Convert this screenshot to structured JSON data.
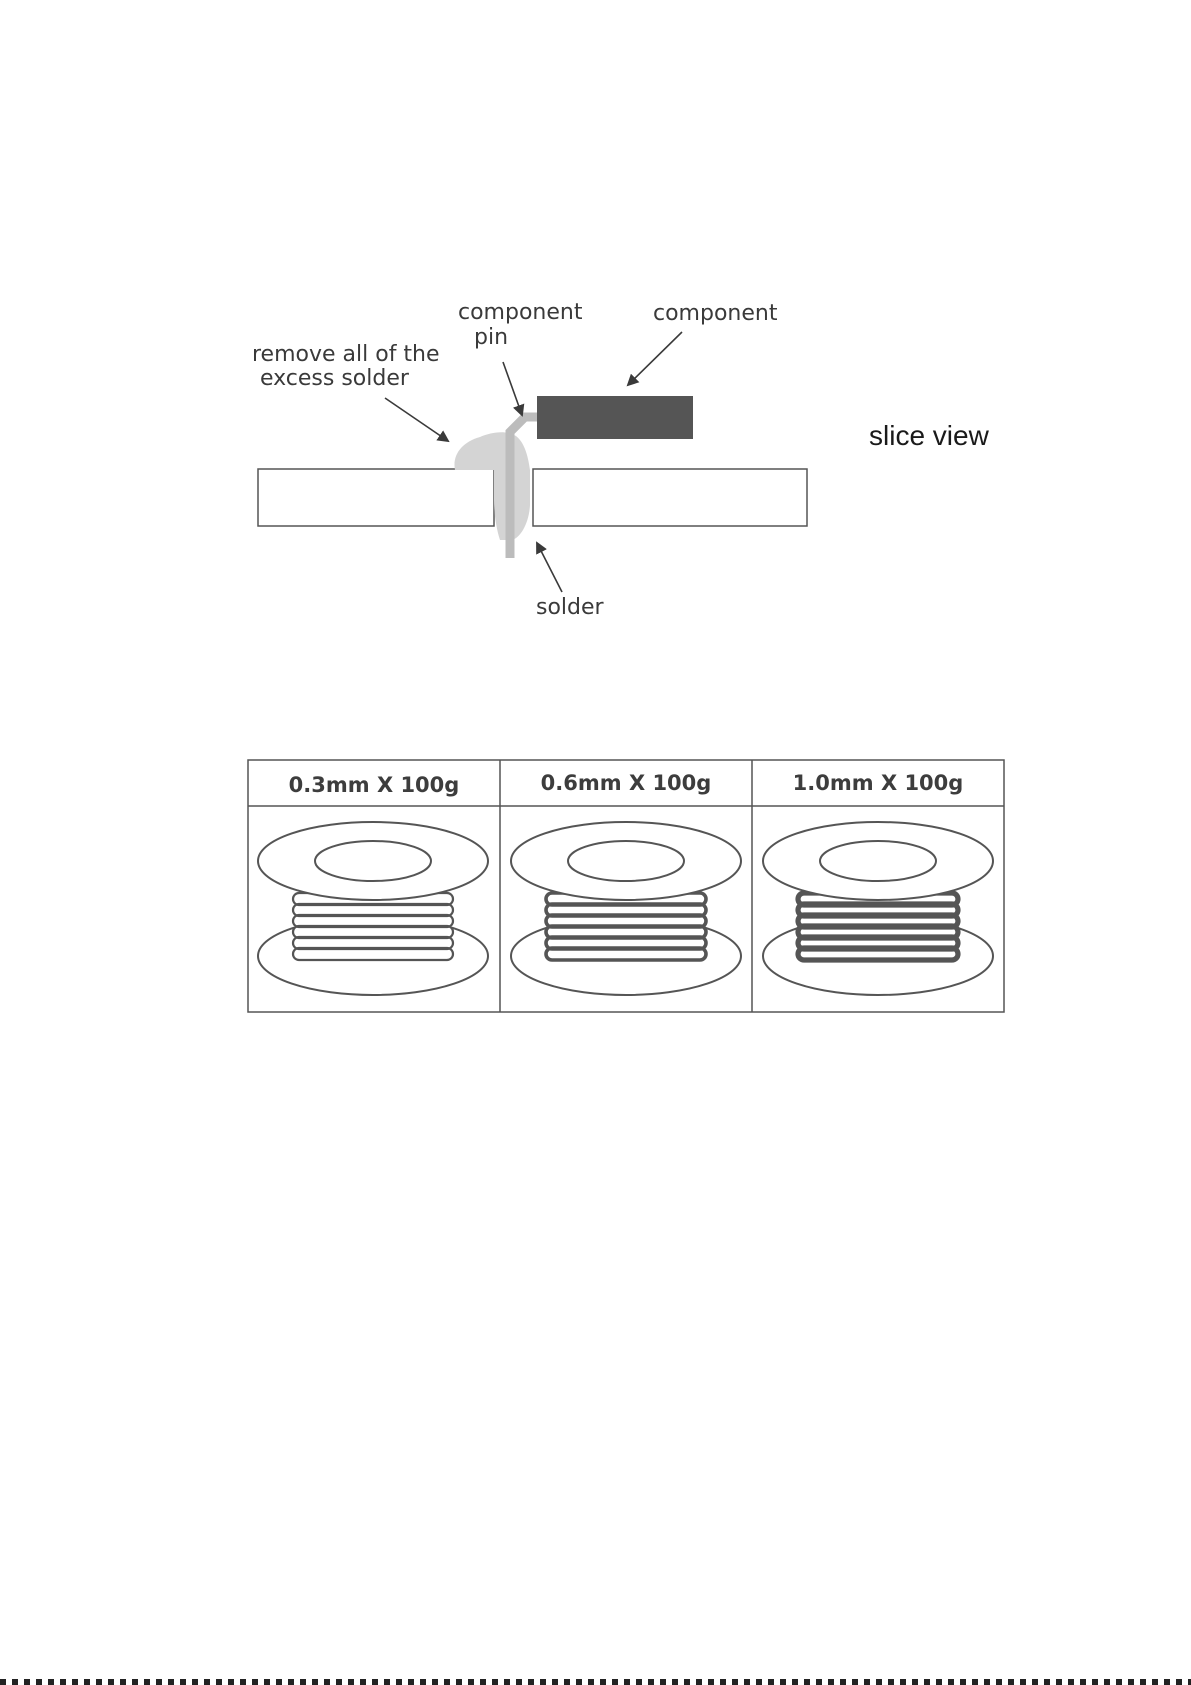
{
  "slice": {
    "label_component_pin_line1": "component",
    "label_component_pin_line2": "pin",
    "label_component": "component",
    "label_remove_line1": "remove all of the",
    "label_remove_line2": "excess solder",
    "label_solder": "solder",
    "label_view": "slice view"
  },
  "spools": {
    "items": [
      {
        "label": "0.3mm X 100g"
      },
      {
        "label": "0.6mm X 100g"
      },
      {
        "label": "1.0mm X 100g"
      }
    ]
  },
  "colors": {
    "component": "#555555",
    "pin": "#bcbcbc",
    "solder": "#d4d4d4",
    "outline": "#555555"
  }
}
